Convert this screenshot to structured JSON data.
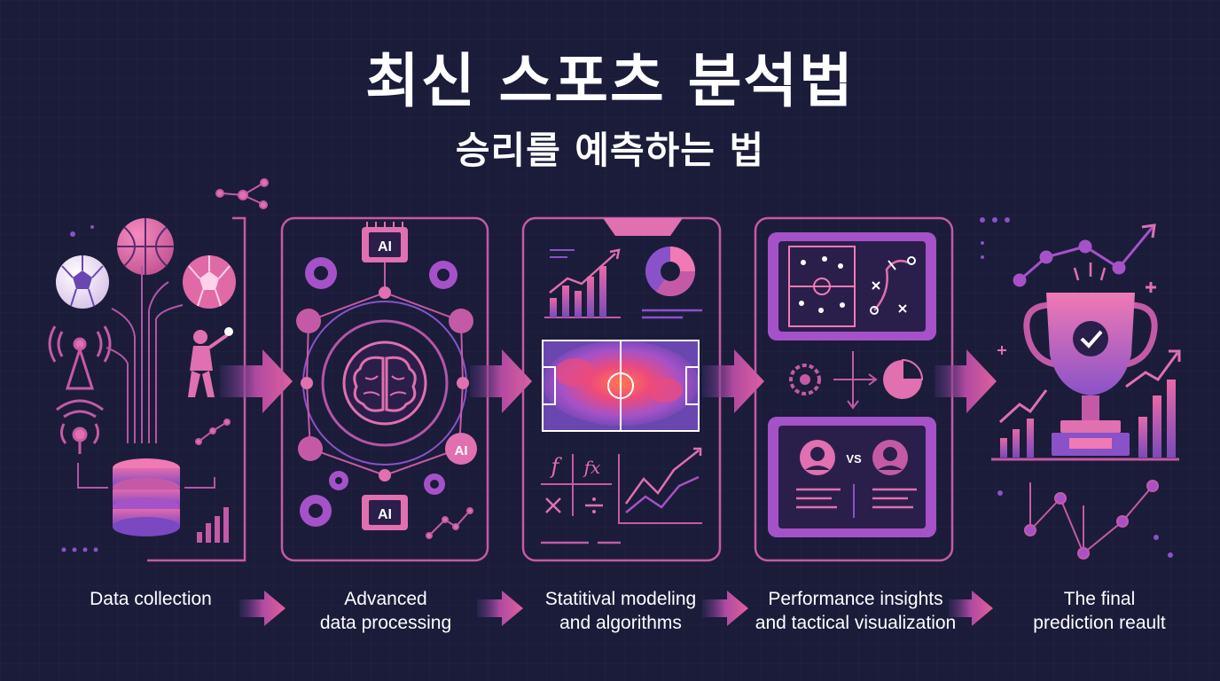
{
  "header": {
    "title": "최신 스포츠 분석법",
    "subtitle": "승리를 예측하는 법"
  },
  "stages": [
    {
      "lines": [
        "Data collection"
      ]
    },
    {
      "lines": [
        "Advanced",
        "data processing"
      ]
    },
    {
      "lines": [
        "Statitival modeling",
        "and algorithms"
      ]
    },
    {
      "lines": [
        "Performance insights",
        "and tactical visualization"
      ]
    },
    {
      "lines": [
        "The final",
        "prediction reault"
      ]
    }
  ],
  "icon_labels": {
    "ai_chip": "AI",
    "ai_node": "AI",
    "formula_f": "f",
    "formula_fx": "fx",
    "versus": "VS"
  },
  "colors": {
    "background": "#1b1c3a",
    "pink": "#e0609e",
    "magenta": "#c44aa0",
    "purple": "#8a52c8",
    "violet": "#6a46b0",
    "text": "#ffffff"
  }
}
